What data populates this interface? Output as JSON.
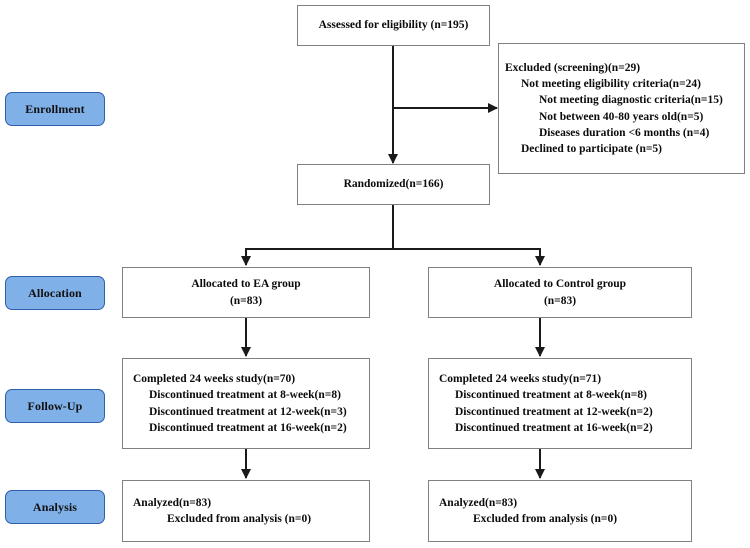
{
  "diagram": {
    "title": "CONSORT participant flow diagram",
    "accent_color": "#7fb0e8",
    "accent_border_color": "#2f5fa8",
    "box_border_color": "#808080",
    "connector_color": "#1a1a1a"
  },
  "stages": [
    {
      "id": "enrollment",
      "label": "Enrollment"
    },
    {
      "id": "allocation",
      "label": "Allocation"
    },
    {
      "id": "followup",
      "label": "Follow-Up"
    },
    {
      "id": "analysis",
      "label": "Analysis"
    }
  ],
  "nodes": {
    "assessed": {
      "lines": [
        "Assessed for eligibility (n=195)"
      ]
    },
    "excluded": {
      "lines": [
        {
          "text": "Excluded (screening)(n=29)",
          "indent": 0
        },
        {
          "text": "Not meeting eligibility criteria(n=24)",
          "indent": 1
        },
        {
          "text": "Not meeting diagnostic criteria(n=15)",
          "indent": 2
        },
        {
          "text": "Not between 40-80 years old(n=5)",
          "indent": 2
        },
        {
          "text": "Diseases duration <6 months (n=4)",
          "indent": 2
        },
        {
          "text": "Declined to participate (n=5)",
          "indent": 1
        }
      ]
    },
    "randomized": {
      "lines": [
        "Randomized(n=166)"
      ]
    },
    "alloc_left": {
      "lines": [
        "Allocated to EA group",
        "(n=83)"
      ]
    },
    "alloc_right": {
      "lines": [
        "Allocated to Control group",
        "(n=83)"
      ]
    },
    "followup_left": {
      "lines": [
        {
          "text": "Completed 24 weeks study(n=70)",
          "indent": 0
        },
        {
          "text": "Discontinued treatment at 8-week(n=8)",
          "indent": 1
        },
        {
          "text": "Discontinued treatment at 12-week(n=3)",
          "indent": 1
        },
        {
          "text": "Discontinued treatment at 16-week(n=2)",
          "indent": 1
        }
      ]
    },
    "followup_right": {
      "lines": [
        {
          "text": "Completed 24 weeks study(n=71)",
          "indent": 0
        },
        {
          "text": "Discontinued treatment at 8-week(n=8)",
          "indent": 1
        },
        {
          "text": "Discontinued treatment at 12-week(n=2)",
          "indent": 1
        },
        {
          "text": "Discontinued treatment at 16-week(n=2)",
          "indent": 1
        }
      ]
    },
    "analysis_left": {
      "lines": [
        {
          "text": "Analyzed(n=83)",
          "indent": 0
        },
        {
          "text": "Excluded from analysis (n=0)",
          "indent": 1
        }
      ]
    },
    "analysis_right": {
      "lines": [
        {
          "text": "Analyzed(n=83)",
          "indent": 0
        },
        {
          "text": "Excluded from analysis (n=0)",
          "indent": 1
        }
      ]
    }
  }
}
